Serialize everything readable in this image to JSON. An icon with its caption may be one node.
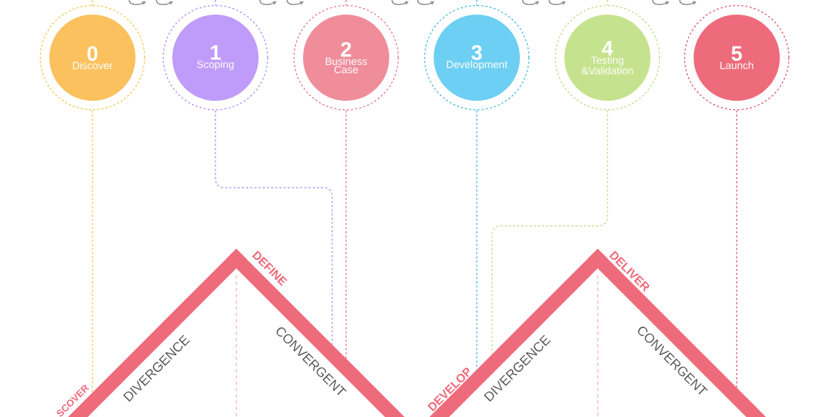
{
  "diagram": {
    "nodes": [
      {
        "text": [
          "0",
          "Discover"
        ]
      },
      {
        "text": [
          "1",
          "Scoping"
        ]
      },
      {
        "text": [
          "2",
          "Business Case"
        ]
      },
      {
        "text": [
          "3",
          "Development"
        ]
      },
      {
        "text": [
          "4",
          "Testing &Validation"
        ]
      },
      {
        "text": [
          "5",
          "Launch"
        ]
      },
      {
        "text": [],
        "shape": "bar"
      },
      {
        "text": [],
        "shape": "bar"
      },
      {
        "text": [],
        "shape": "bar"
      },
      {
        "text": [],
        "shape": "bar"
      }
    ],
    "edges": [
      {
        "from": 0,
        "to": 6,
        "arrow": "none",
        "style": "dashed",
        "color": "#f2c95a"
      },
      {
        "from": 1,
        "to": 7,
        "arrow": "none",
        "style": "dashed",
        "color": "#b39af5"
      },
      {
        "from": 2,
        "to": 7,
        "arrow": "none",
        "style": "dashed",
        "color": "#e5808f"
      },
      {
        "from": 3,
        "to": 8,
        "arrow": "none",
        "style": "dashed",
        "color": "#4fbfe0"
      },
      {
        "from": 4,
        "to": 8,
        "arrow": "none",
        "style": "dashed",
        "color": "#c2df8c"
      },
      {
        "from": 5,
        "to": 9,
        "arrow": "none",
        "style": "dashed",
        "color": "#e0637a"
      }
    ],
    "labels": [
      "SCOVER",
      "DEFINE",
      "DIVERGENCE",
      "CONVERGENT",
      "DEVELOP",
      "DELIVER",
      "DIVERGENCE",
      "CONVERGENT"
    ]
  }
}
